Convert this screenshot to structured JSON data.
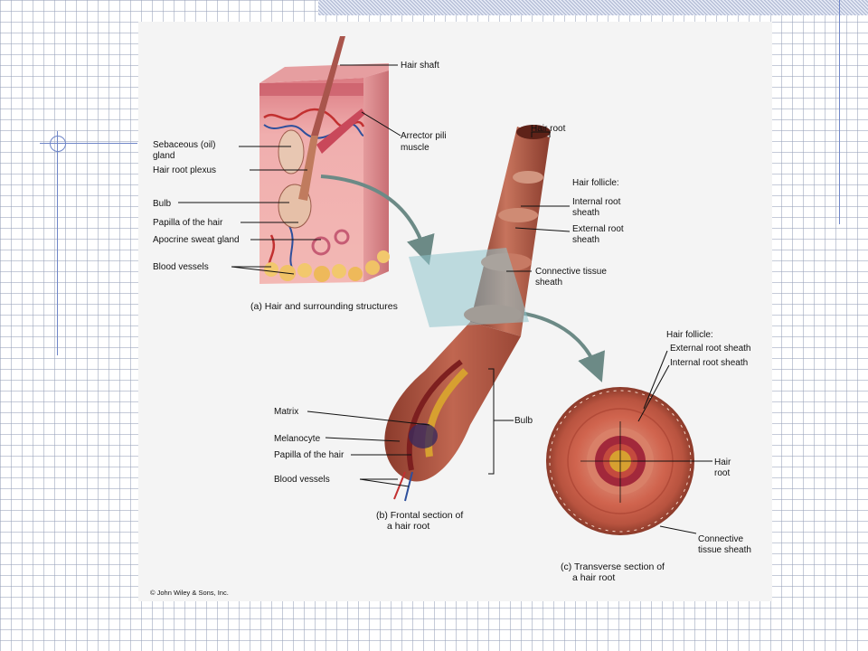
{
  "figure": {
    "panel_a": {
      "caption": "(a) Hair and surrounding structures",
      "labels": {
        "hair_shaft": "Hair shaft",
        "arrector_1": "Arrector pili",
        "arrector_2": "muscle",
        "sebaceous_1": "Sebaceous (oil)",
        "sebaceous_2": "gland",
        "plexus": "Hair root plexus",
        "bulb": "Bulb",
        "papilla": "Papilla of the hair",
        "apocrine": "Apocrine sweat gland",
        "vessels": "Blood vessels"
      }
    },
    "panel_b": {
      "caption_1": "(b) Frontal section of",
      "caption_2": "a hair root",
      "labels": {
        "hair_root": "Hair root",
        "follicle": "Hair follicle:",
        "internal_1": "Internal root",
        "internal_2": "sheath",
        "external_1": "External root",
        "external_2": "sheath",
        "connective_1": "Connective tissue",
        "connective_2": "sheath",
        "bulb": "Bulb",
        "matrix": "Matrix",
        "melanocyte": "Melanocyte",
        "papilla": "Papilla of the hair",
        "vessels": "Blood vessels"
      }
    },
    "panel_c": {
      "caption_1": "(c) Transverse section of",
      "caption_2": "a hair root",
      "labels": {
        "follicle": "Hair follicle:",
        "external": "External root sheath",
        "internal": "Internal root sheath",
        "hair_root_1": "Hair",
        "hair_root_2": "root",
        "connective_1": "Connective",
        "connective_2": "tissue sheath"
      }
    },
    "copyright": "© John Wiley & Sons, Inc."
  }
}
